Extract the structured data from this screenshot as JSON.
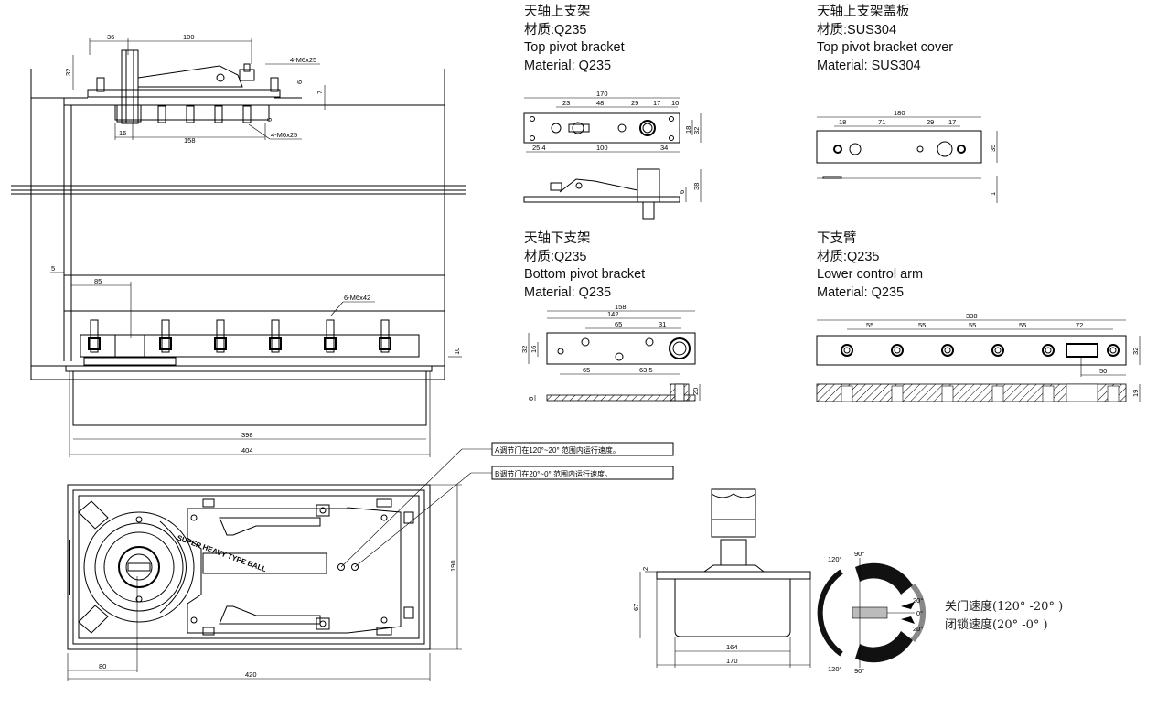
{
  "parts": {
    "top_pivot_bracket": {
      "cn": "天轴上支架",
      "material_cn": "材质:Q235",
      "en": "Top pivot bracket",
      "material_en": "Material: Q235"
    },
    "top_pivot_cover": {
      "cn": "天轴上支架盖板",
      "material_cn": "材质:SUS304",
      "en": "Top pivot bracket cover",
      "material_en": "Material: SUS304"
    },
    "bottom_pivot_bracket": {
      "cn": "天轴下支架",
      "material_cn": "材质:Q235",
      "en": "Bottom pivot bracket",
      "material_en": "Material: Q235"
    },
    "lower_control_arm": {
      "cn": "下支臂",
      "material_cn": "材质:Q235",
      "en": "Lower control arm",
      "material_en": "Material: Q235"
    }
  },
  "callouts": {
    "a": "A调节门在120°~20° 范围内运行速度。",
    "b": "B调节门在20°~0° 范围内运行速度。"
  },
  "speed_legend": {
    "close_speed": "关门速度(120° -20° )",
    "latch_speed": "闭锁速度(20° -0° )"
  },
  "angle_labels": {
    "a120_top": "120°",
    "a90_top": "90°",
    "a20_top": "20°",
    "a0": "0°",
    "a20_bottom": "20°",
    "a120_bottom": "120°",
    "a90_bottom": "90°"
  },
  "side_view": {
    "d36": "36",
    "d100": "100",
    "d32": "32",
    "bolts_top": "4-M6x25",
    "d6a": "6",
    "d7": "7",
    "d16": "16",
    "d158": "158",
    "d6b": "6",
    "bolts_bottom": "4-M6x25",
    "d5": "5",
    "d85": "85",
    "bolts_base": "6-M6x42",
    "d10": "10",
    "d398": "398",
    "d404": "404"
  },
  "plan_view": {
    "d80": "80",
    "d420": "420",
    "d190": "190",
    "badge": "SUPER HEAVY TYPE BALL"
  },
  "top_bracket_dims": {
    "d170": "170",
    "d23": "23",
    "d48": "48",
    "d29": "29",
    "d17": "17",
    "d10": "10",
    "d18": "18",
    "d32": "32",
    "d25_4": "25.4",
    "d100": "100",
    "d34": "34",
    "d6": "6",
    "d38": "38"
  },
  "cover_dims": {
    "d180": "180",
    "d18": "18",
    "d71": "71",
    "d29": "29",
    "d17": "17",
    "d35": "35",
    "d1": "1"
  },
  "bottom_bracket_dims": {
    "d158": "158",
    "d142": "142",
    "d65a": "65",
    "d31": "31",
    "d32": "32",
    "d16": "16",
    "d65b": "65",
    "d63_5": "63.5",
    "d6": "6",
    "d20": "20"
  },
  "arm_dims": {
    "d338": "338",
    "d55a": "55",
    "d55b": "55",
    "d55c": "55",
    "d55d": "55",
    "d72": "72",
    "d32": "32",
    "d50": "50",
    "d19": "19"
  },
  "box_section": {
    "d2": "2",
    "d67": "67",
    "d164": "164",
    "d170": "170"
  }
}
